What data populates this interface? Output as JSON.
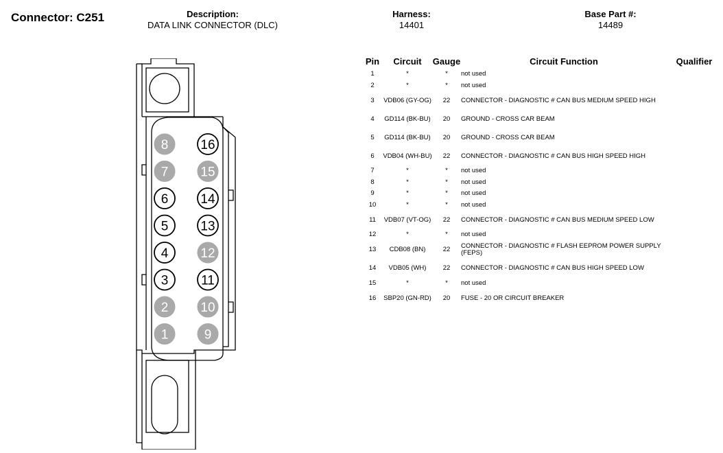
{
  "header": {
    "connector": "Connector: C251",
    "description_label": "Description:",
    "description": "DATA LINK CONNECTOR (DLC)",
    "harness_label": "Harness:",
    "harness": "14401",
    "base_part_label": "Base Part #:",
    "base_part": "14489"
  },
  "table": {
    "headers": [
      "Pin",
      "Circuit",
      "Gauge",
      "Circuit Function",
      "Qualifier"
    ],
    "rows": [
      {
        "pin": "1",
        "circuit": "*",
        "gauge": "*",
        "function": "not used"
      },
      {
        "pin": "2",
        "circuit": "*",
        "gauge": "*",
        "function": "not used"
      },
      {
        "pin": "3",
        "circuit": "VDB06 (GY-OG)",
        "gauge": "22",
        "function": "CONNECTOR - DIAGNOSTIC # CAN BUS MEDIUM SPEED HIGH"
      },
      {
        "pin": "4",
        "circuit": "GD114 (BK-BU)",
        "gauge": "20",
        "function": "GROUND - CROSS CAR BEAM"
      },
      {
        "pin": "5",
        "circuit": "GD114 (BK-BU)",
        "gauge": "20",
        "function": "GROUND - CROSS CAR BEAM"
      },
      {
        "pin": "6",
        "circuit": "VDB04 (WH-BU)",
        "gauge": "22",
        "function": "CONNECTOR - DIAGNOSTIC # CAN BUS HIGH SPEED HIGH"
      },
      {
        "pin": "7",
        "circuit": "*",
        "gauge": "*",
        "function": "not used"
      },
      {
        "pin": "8",
        "circuit": "*",
        "gauge": "*",
        "function": "not used"
      },
      {
        "pin": "9",
        "circuit": "*",
        "gauge": "*",
        "function": "not used"
      },
      {
        "pin": "10",
        "circuit": "*",
        "gauge": "*",
        "function": "not used"
      },
      {
        "pin": "11",
        "circuit": "VDB07 (VT-OG)",
        "gauge": "22",
        "function": "CONNECTOR - DIAGNOSTIC # CAN BUS MEDIUM SPEED LOW"
      },
      {
        "pin": "12",
        "circuit": "*",
        "gauge": "*",
        "function": "not used"
      },
      {
        "pin": "13",
        "circuit": "CDB08 (BN)",
        "gauge": "22",
        "function": "CONNECTOR - DIAGNOSTIC # FLASH EEPROM POWER SUPPLY (FEPS)"
      },
      {
        "pin": "14",
        "circuit": "VDB05 (WH)",
        "gauge": "22",
        "function": "CONNECTOR - DIAGNOSTIC # CAN BUS HIGH SPEED LOW"
      },
      {
        "pin": "15",
        "circuit": "*",
        "gauge": "*",
        "function": "not used"
      },
      {
        "pin": "16",
        "circuit": "SBP20 (GN-RD)",
        "gauge": "20",
        "function": "FUSE - 20 OR CIRCUIT BREAKER"
      }
    ]
  },
  "connector_pins": {
    "left_column": [
      "8",
      "7",
      "6",
      "5",
      "4",
      "3",
      "2",
      "1"
    ],
    "right_column": [
      "16",
      "15",
      "14",
      "13",
      "12",
      "11",
      "10",
      "9"
    ],
    "used_pins": [
      "3",
      "4",
      "5",
      "6",
      "11",
      "13",
      "14",
      "16"
    ],
    "unused_fill": "#a9a9a9",
    "used_fill": "#ffffff"
  }
}
